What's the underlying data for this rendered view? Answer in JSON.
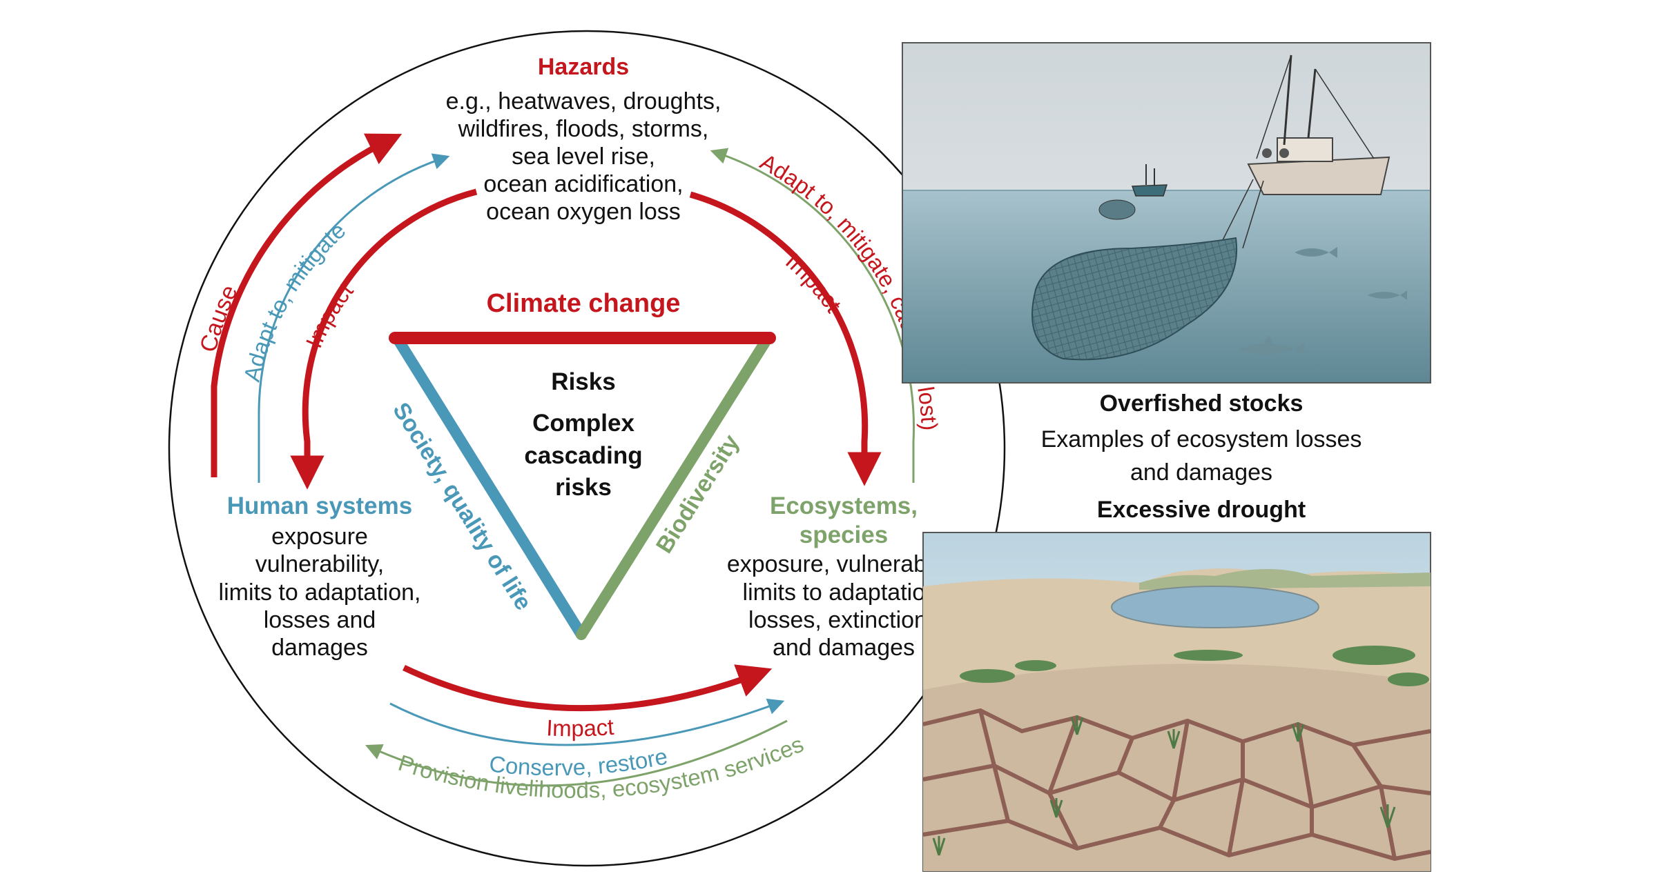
{
  "hazards": {
    "title": "Hazards",
    "lines": [
      "e.g., heatwaves, droughts,",
      "wildfires, floods, storms,",
      "sea level rise,",
      "ocean acidification,",
      "ocean oxygen loss"
    ]
  },
  "human_systems": {
    "title": "Human systems",
    "lines": [
      "exposure",
      "vulnerability,",
      "limits to adaptation,",
      "losses and",
      "damages"
    ]
  },
  "ecosystems": {
    "title_lines": [
      "Ecosystems,",
      "species"
    ],
    "lines": [
      "exposure, vulnerability",
      "limits to adaptation,",
      "losses, extinctions",
      "and damages"
    ]
  },
  "triangle": {
    "top": "Climate change",
    "left": "Society, quality of life",
    "right": "Biodiversity",
    "center_lines": [
      "Risks",
      "Complex",
      "cascading",
      "risks"
    ]
  },
  "arrows": {
    "cause": "Cause",
    "adapt_mitigate": "Adapt to, mitigate",
    "impact_left": "Impact",
    "impact_right": "Impact",
    "adapt_mitigate_cause": "Adapt to, mitigate, cause (if lost)",
    "impact_bottom": "Impact",
    "conserve_restore": "Conserve, restore",
    "provision": "Provision livelihoods, ecosystem services"
  },
  "panels": {
    "overfished_title": "Overfished stocks",
    "examples_lines": [
      "Examples of ecosystem losses",
      "and damages"
    ],
    "drought_title": "Excessive drought"
  },
  "colors": {
    "red": "#c4161c",
    "blue": "#4a98b8",
    "green": "#7ea36a",
    "black": "#111111"
  }
}
